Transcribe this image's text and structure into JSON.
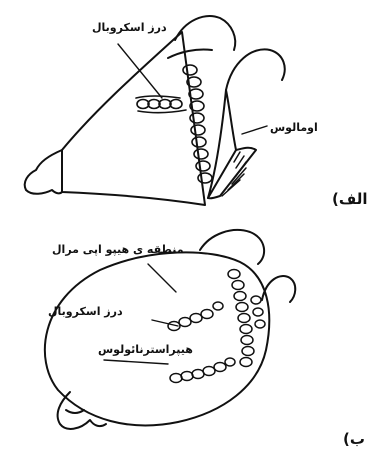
{
  "figure": {
    "panel_a": {
      "letter": "الف)",
      "labels": {
        "scrobal_suture": "درز اسکروبال",
        "omalus": "اومالوس"
      }
    },
    "panel_b": {
      "letter": "ب)",
      "labels": {
        "hypoepimeral_region": "منطقه ی هیپو اپی مرال",
        "scrobal_suture": "درز اسکروبال",
        "hypersternaulus": "هیپراسترنائولوس"
      }
    },
    "colors": {
      "ink": "#111111",
      "background": "#ffffff"
    }
  }
}
